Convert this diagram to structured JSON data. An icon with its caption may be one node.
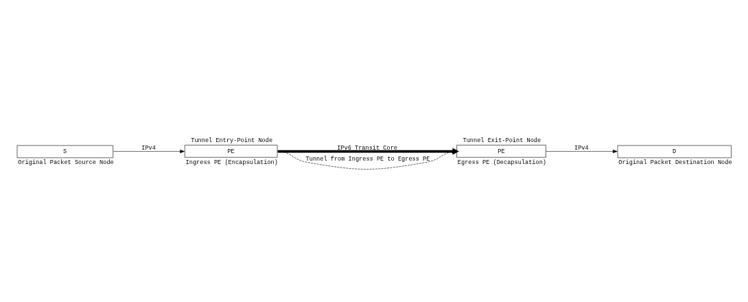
{
  "diagram": {
    "nodes": [
      {
        "text": [
          "S"
        ],
        "beside": [
          "Original Packet Source Node"
        ]
      },
      {
        "text": [
          "PE"
        ],
        "beside": [
          "Tunnel Entry-Point Node",
          "Ingress PE (Encapsulation)"
        ]
      },
      {
        "text": [
          "PE"
        ],
        "beside": [
          "Tunnel Exit-Point Node",
          "Egress PE (Decapsulation)"
        ]
      },
      {
        "text": [
          "D"
        ],
        "beside": [
          "Original Packet Destination Node"
        ]
      }
    ],
    "edges": [
      {
        "from": 0,
        "to": 1,
        "arrow": "to",
        "label": "IPv4"
      },
      {
        "from": 1,
        "to": 2,
        "arrow": "to",
        "label": "IPv6 Transit Core",
        "style": "thick"
      },
      {
        "from": 2,
        "to": 3,
        "arrow": "to",
        "label": "IPv4"
      },
      {
        "from": 1,
        "to": 2,
        "arrow": "to",
        "label": "Tunnel from Ingress PE to Egress PE",
        "style": "dashed"
      }
    ]
  }
}
